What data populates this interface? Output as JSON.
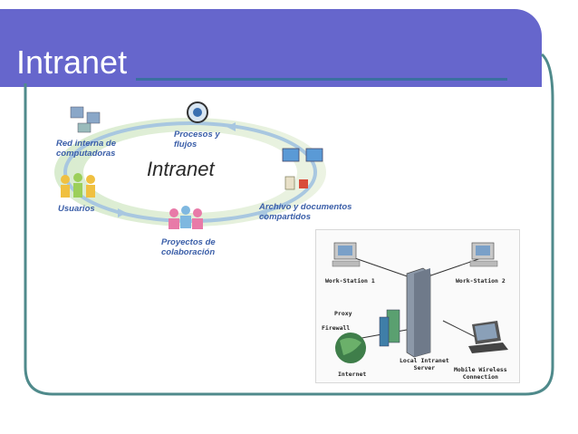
{
  "slide": {
    "title": "Intranet"
  },
  "diagram_intranet": {
    "center_label": "Intranet",
    "nodes": [
      {
        "label_lines": [
          "Red interna de",
          "computadoras"
        ]
      },
      {
        "label_lines": [
          "Procesos y",
          "flujos"
        ]
      },
      {
        "label_lines": [
          "Archivo y documentos",
          "compartidos"
        ]
      },
      {
        "label_lines": [
          "Proyectos de",
          "colaboración"
        ]
      },
      {
        "label_lines": [
          "Usuarios"
        ]
      }
    ]
  },
  "diagram_network": {
    "labels": {
      "ws1": "Work-Station 1",
      "ws2": "Work-Station 2",
      "proxy": "Proxy",
      "firewall": "Firewall",
      "server_l1": "Local Intranet",
      "server_l2": "Server",
      "internet": "Internet",
      "mobile_l1": "Mobile Wireless",
      "mobile_l2": "Connection"
    }
  },
  "colors": {
    "title_bar": "#6666cc",
    "frame": "#4f8a8b",
    "label_blue": "#3a5ea8"
  }
}
